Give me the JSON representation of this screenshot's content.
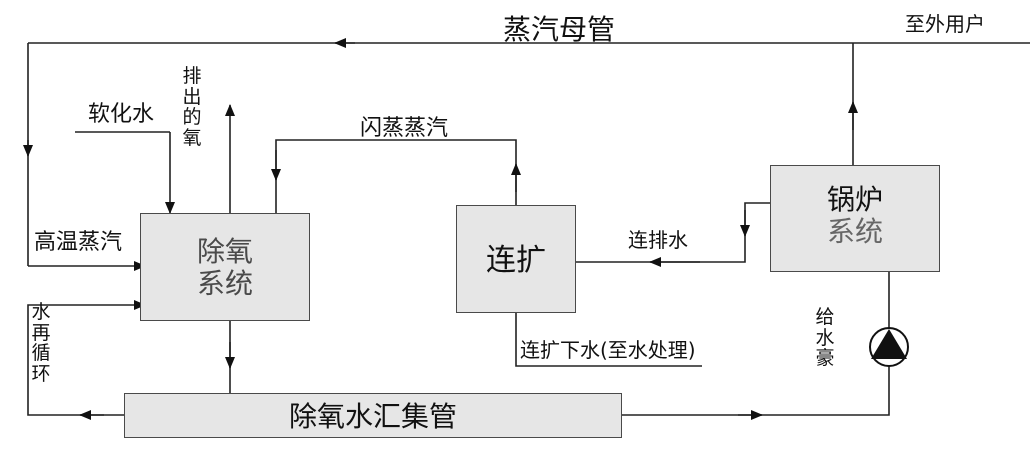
{
  "labels": {
    "steam_main": "蒸汽母管",
    "to_external_users": "至外用户",
    "softened_water": "软化水",
    "oxygen_vent": "排出的氧",
    "flash_steam": "闪蒸蒸汽",
    "high_temp_steam": "高温蒸汽",
    "water_recirculation": "水再循环",
    "continuous_blowdown_water": "连排水",
    "expander_drain": "连扩下水(至水处理)",
    "feed_pump": "给水豪"
  },
  "nodes": {
    "deaerator": {
      "line1": "除氧",
      "line2": "系统"
    },
    "boiler": {
      "line1": "锅炉",
      "line2": "系统"
    },
    "expander": {
      "label": "连扩"
    },
    "header": {
      "label": "除氧水汇集管"
    }
  }
}
